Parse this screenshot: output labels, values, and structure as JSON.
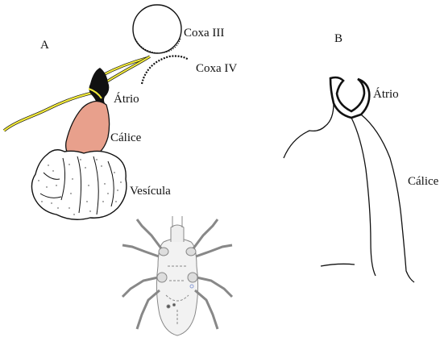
{
  "panels": {
    "a": "A",
    "b": "B"
  },
  "labels": {
    "coxa_iii": "Coxa III",
    "coxa_iv": "Coxa IV",
    "atrio_a": "Átrio",
    "calice_a": "Cálice",
    "vesicula": "Vesícula",
    "atrio_b": "Átrio",
    "calice_b": "Cálice"
  },
  "colors": {
    "duct": "#f2ea3a",
    "calyx": "#e8a08c",
    "atrium": "#111111",
    "vesicle_fill": "#ffffff",
    "mite_outline": "#888888"
  }
}
